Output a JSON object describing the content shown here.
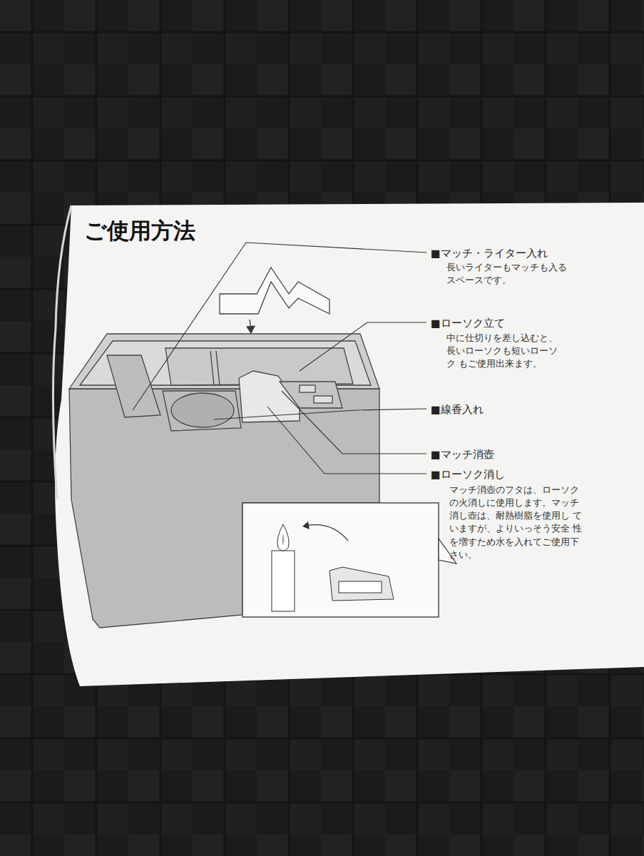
{
  "diagram": {
    "title": "ご使用方法",
    "labels": [
      "■マッチ・ライター入れ",
      "長いライターもマッチも入る スペースです。",
      "■ローソク立て",
      "中に仕切りを差し込むと、 長いローソクも短いローソク もご使用出来ます。",
      "■線香入れ",
      "■マッチ消壺",
      "■ローソク消し",
      "マッチ消壺のフタは、ローソク の火消しに使用します。マッチ 消し壺は、耐熱樹脂を使用し ていますが、よりいっそう安全 性を増すため水を入れてご使用下さい。"
    ]
  }
}
